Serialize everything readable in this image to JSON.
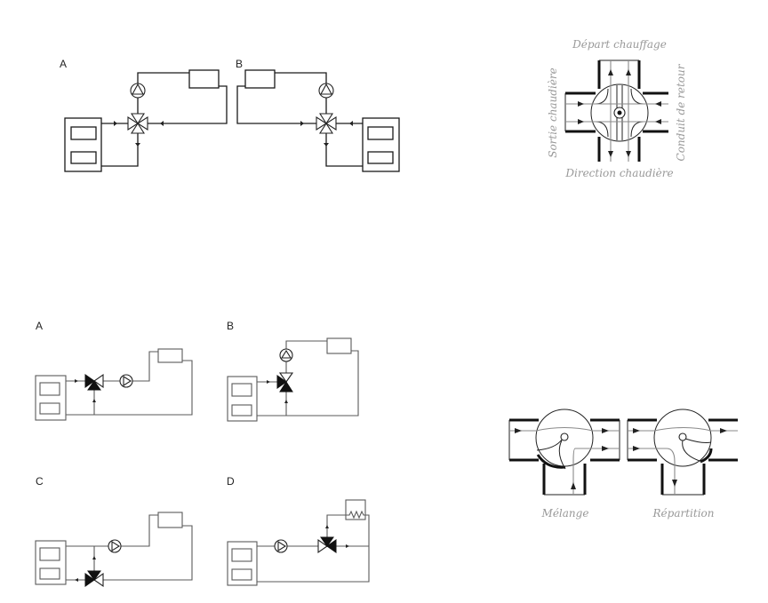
{
  "top_left": {
    "diagram_a_label": "A",
    "diagram_b_label": "B"
  },
  "four_way_valve": {
    "top_label": "Départ chauffage",
    "bottom_label": "Direction chaudière",
    "left_label": "Sortie chaudière",
    "right_label": "Conduit de retour"
  },
  "three_way_circuits": {
    "a_label": "A",
    "b_label": "B",
    "c_label": "C",
    "d_label": "D"
  },
  "three_way_valve": {
    "mixing_label": "Mélange",
    "diverting_label": "Répartition"
  }
}
